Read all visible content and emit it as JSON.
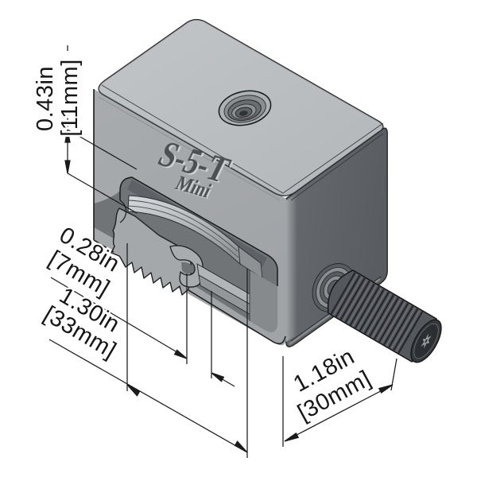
{
  "diagram": {
    "type": "isometric-cad-drawing",
    "product": {
      "brand": "S-5-T",
      "model": "Mini"
    },
    "annotations": {
      "top_height": {
        "inches": "0.43in",
        "metric": "[11mm]"
      },
      "slot_gap": {
        "inches": "0.28in",
        "metric": "[7mm]"
      },
      "body_width": {
        "inches": "1.30in",
        "metric": "[33mm]"
      },
      "screw_length": {
        "inches": "1.18in",
        "metric": "[30mm]"
      }
    },
    "colors": {
      "top_face": "#bdc0c3",
      "front_face": "#a6a9ac",
      "side_face": "#5e6165",
      "slot_interior": "#717477",
      "line": "#1a1a1a"
    }
  }
}
